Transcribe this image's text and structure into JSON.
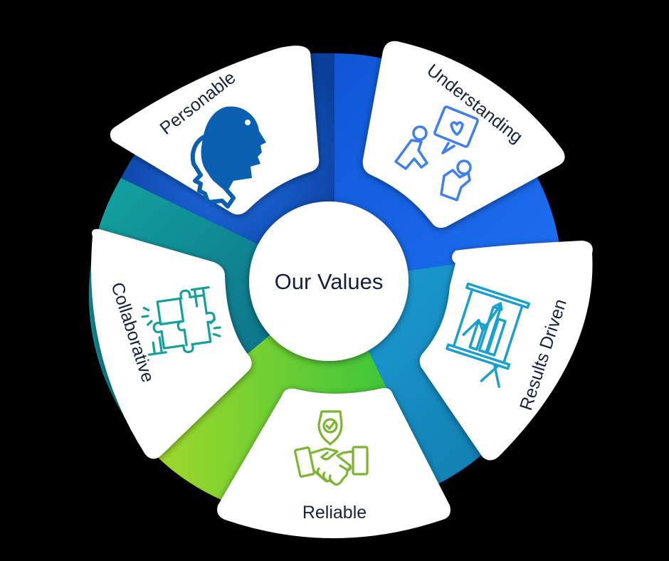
{
  "diagram": {
    "title": "Our Values",
    "background": "#000000",
    "center_text_color": "#15203e",
    "label_color": "#16233f",
    "values": [
      {
        "id": "personable",
        "label": "Personable",
        "icon": "two-heads-icon",
        "icon_color": "#0b5fb0",
        "segment_color": "#0a58c2"
      },
      {
        "id": "understanding",
        "label": "Understanding",
        "icon": "conversation-heart-icon",
        "icon_color": "#3d7ff0",
        "segment_color": "#1a66e6"
      },
      {
        "id": "results-driven",
        "label": "Results Driven",
        "icon": "presentation-chart-icon",
        "icon_color": "#1aa0cf",
        "segment_color": "#1b9ed6"
      },
      {
        "id": "reliable",
        "label": "Reliable",
        "icon": "handshake-shield-icon",
        "icon_color": "#7cb62e",
        "segment_color": "#3cc43c"
      },
      {
        "id": "collaborative",
        "label": "Collaborative",
        "icon": "puzzle-hands-icon",
        "icon_color": "#14a19a",
        "segment_color": "#0e8f96"
      }
    ]
  }
}
